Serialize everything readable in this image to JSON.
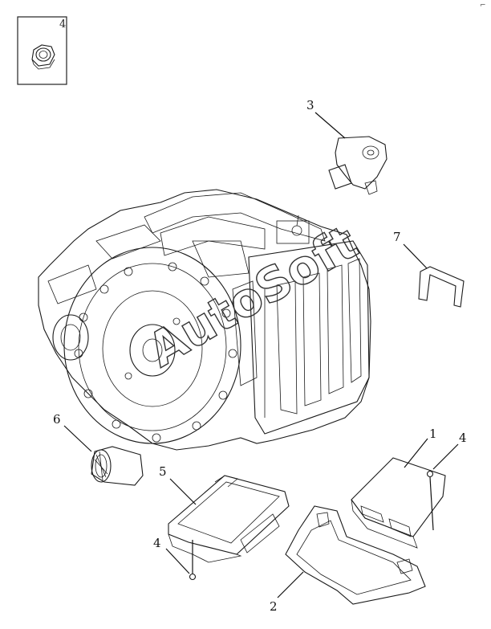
{
  "inset": {
    "label": "4"
  },
  "callouts": {
    "c1": "1",
    "c2": "2",
    "c3": "3",
    "c4a": "4",
    "c4b": "4",
    "c5": "5",
    "c6": "6",
    "c7": "7"
  },
  "watermark": "AutoSoft",
  "corner_mark": "⌐"
}
